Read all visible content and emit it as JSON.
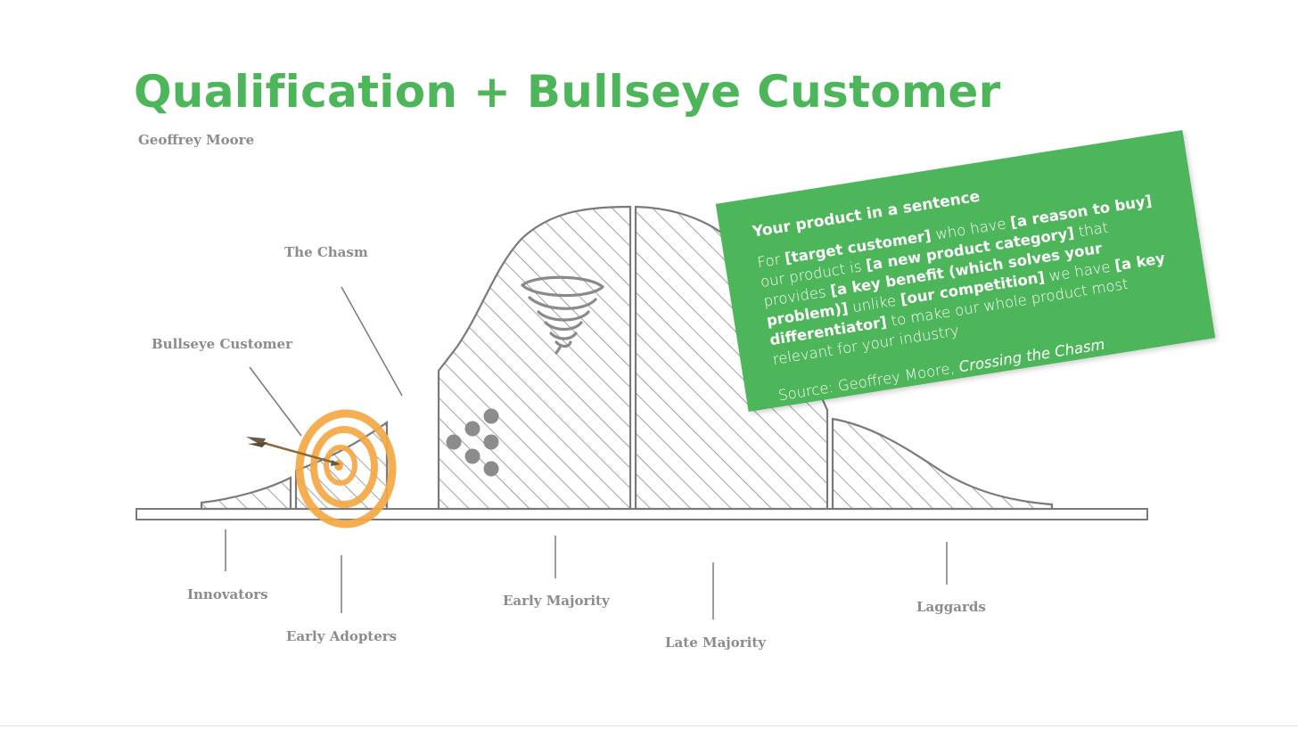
{
  "slide": {
    "title": "Qualification + Bullseye Customer",
    "author": "Geoffrey Moore"
  },
  "labels": {
    "the_chasm": "The Chasm",
    "bullseye_customer": "Bullseye Customer",
    "innovators": "Innovators",
    "early_adopters": "Early Adopters",
    "early_majority": "Early Majority",
    "late_majority": "Late Majority",
    "laggards": "Laggards"
  },
  "card": {
    "heading": "Your product in a sentence",
    "body": {
      "t1": "For ",
      "b1": "[target customer]",
      "t2": " who have ",
      "b2": "[a reason to buy]",
      "t3": " our product is ",
      "b3": "[a new product category]",
      "t4": " that provides ",
      "b4": "[a key benefit (which solves your problem)]",
      "t5": " unlike ",
      "b5": "[our competition]",
      "t6": " we have ",
      "b6": "[a key differentiator]",
      "t7": " to make our whole product most relevant for your industry"
    },
    "source_prefix": "Source: Geoffrey Moore, ",
    "source_title": "Crossing the Chasm"
  },
  "icons": {
    "target": "bullseye-target-icon",
    "arrow": "arrow-icon",
    "tornado": "tornado-icon",
    "dots": "dots-cluster-icon"
  },
  "colors": {
    "accent": "#4db55a",
    "target": "#f5a744",
    "outline": "#7a7a7a",
    "label": "#8c8c8c"
  }
}
